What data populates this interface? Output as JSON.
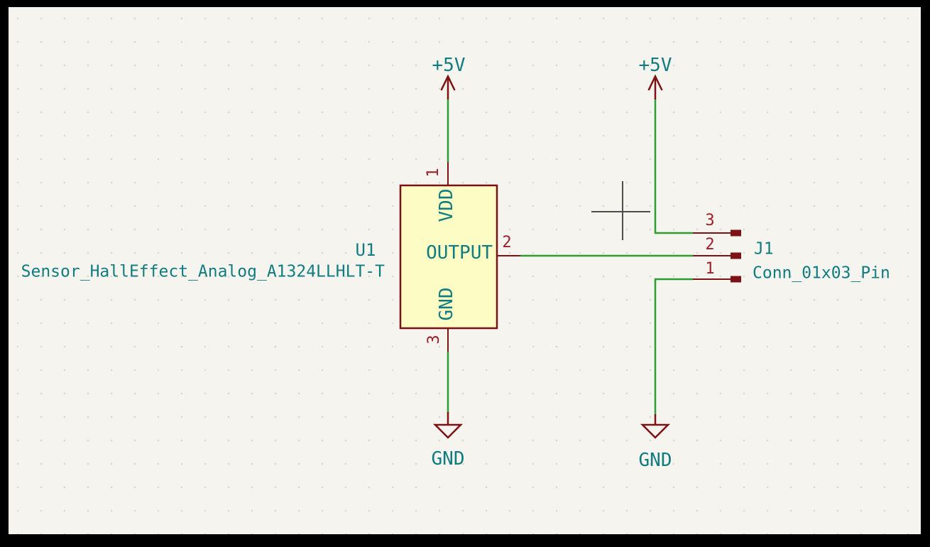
{
  "colors": {
    "frame_background": "#000000",
    "sheet_background": "#F5F4EF",
    "grid_dot": "#D8D7D0",
    "wire_green": "#2E9E33",
    "symbol_outline_maroon": "#7C1215",
    "symbol_body_fill": "#FDFCC5",
    "pin_number_red": "#9E1F28",
    "text_teal": "#117C80",
    "cursor_gray": "#4D4D4D"
  },
  "schematic": {
    "u1": {
      "reference": "U1",
      "value": "Sensor_HallEffect_Analog_A1324LLHLT-T",
      "pins": [
        {
          "number": "1",
          "name": "VDD"
        },
        {
          "number": "2",
          "name": "OUTPUT"
        },
        {
          "number": "3",
          "name": "GND"
        }
      ]
    },
    "j1": {
      "reference": "J1",
      "value": "Conn_01x03_Pin",
      "pins": [
        {
          "number": "1"
        },
        {
          "number": "2"
        },
        {
          "number": "3"
        }
      ]
    },
    "power_labels": {
      "vcc_u1": "+5V",
      "vcc_j1": "+5V",
      "gnd_u1": "GND",
      "gnd_j1": "GND"
    }
  }
}
